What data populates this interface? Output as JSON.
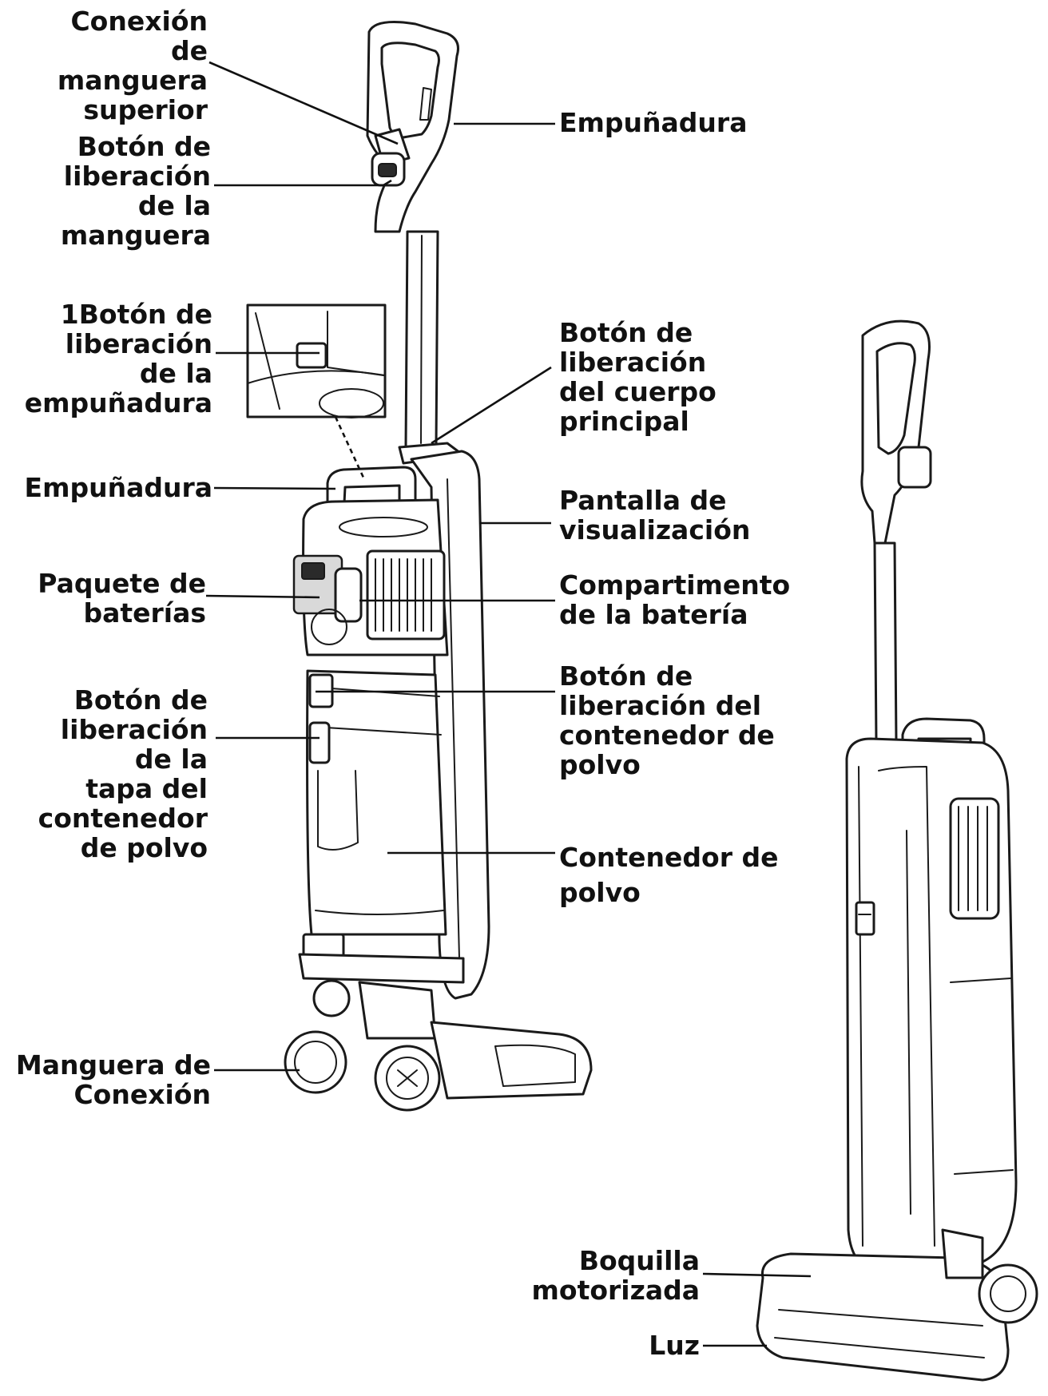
{
  "labels": {
    "upper_hose_connection": "Conexión\nde\nmanguera\nsuperior",
    "hose_release_button": "Botón de\nliberación\nde la\nmanguera",
    "handle_release_button": "1Botón de\nliberación\nde la\nempuñadura",
    "handle_left": "Empuñadura",
    "battery_pack": "Paquete de\nbaterías",
    "dust_lid_release": "Botón de\nliberación\nde la\ntapa del\ncontenedor\nde polvo",
    "connection_hose": "Manguera de\nConexión",
    "grip_top": "Empuñadura",
    "main_body_release": "Botón de\nliberación\ndel cuerpo\nprincipal",
    "display_screen": "Pantalla de\nvisualización",
    "battery_compartment": "Compartimento\nde la batería",
    "dust_container_release": "Botón de\nliberación del\ncontenedor de\npolvo",
    "dust_container": "Contenedor de\npolvo",
    "motorized_nozzle": "Boquilla\nmotorizada",
    "light": "Luz"
  },
  "colors": {
    "ink": "#111111",
    "background": "#ffffff"
  }
}
